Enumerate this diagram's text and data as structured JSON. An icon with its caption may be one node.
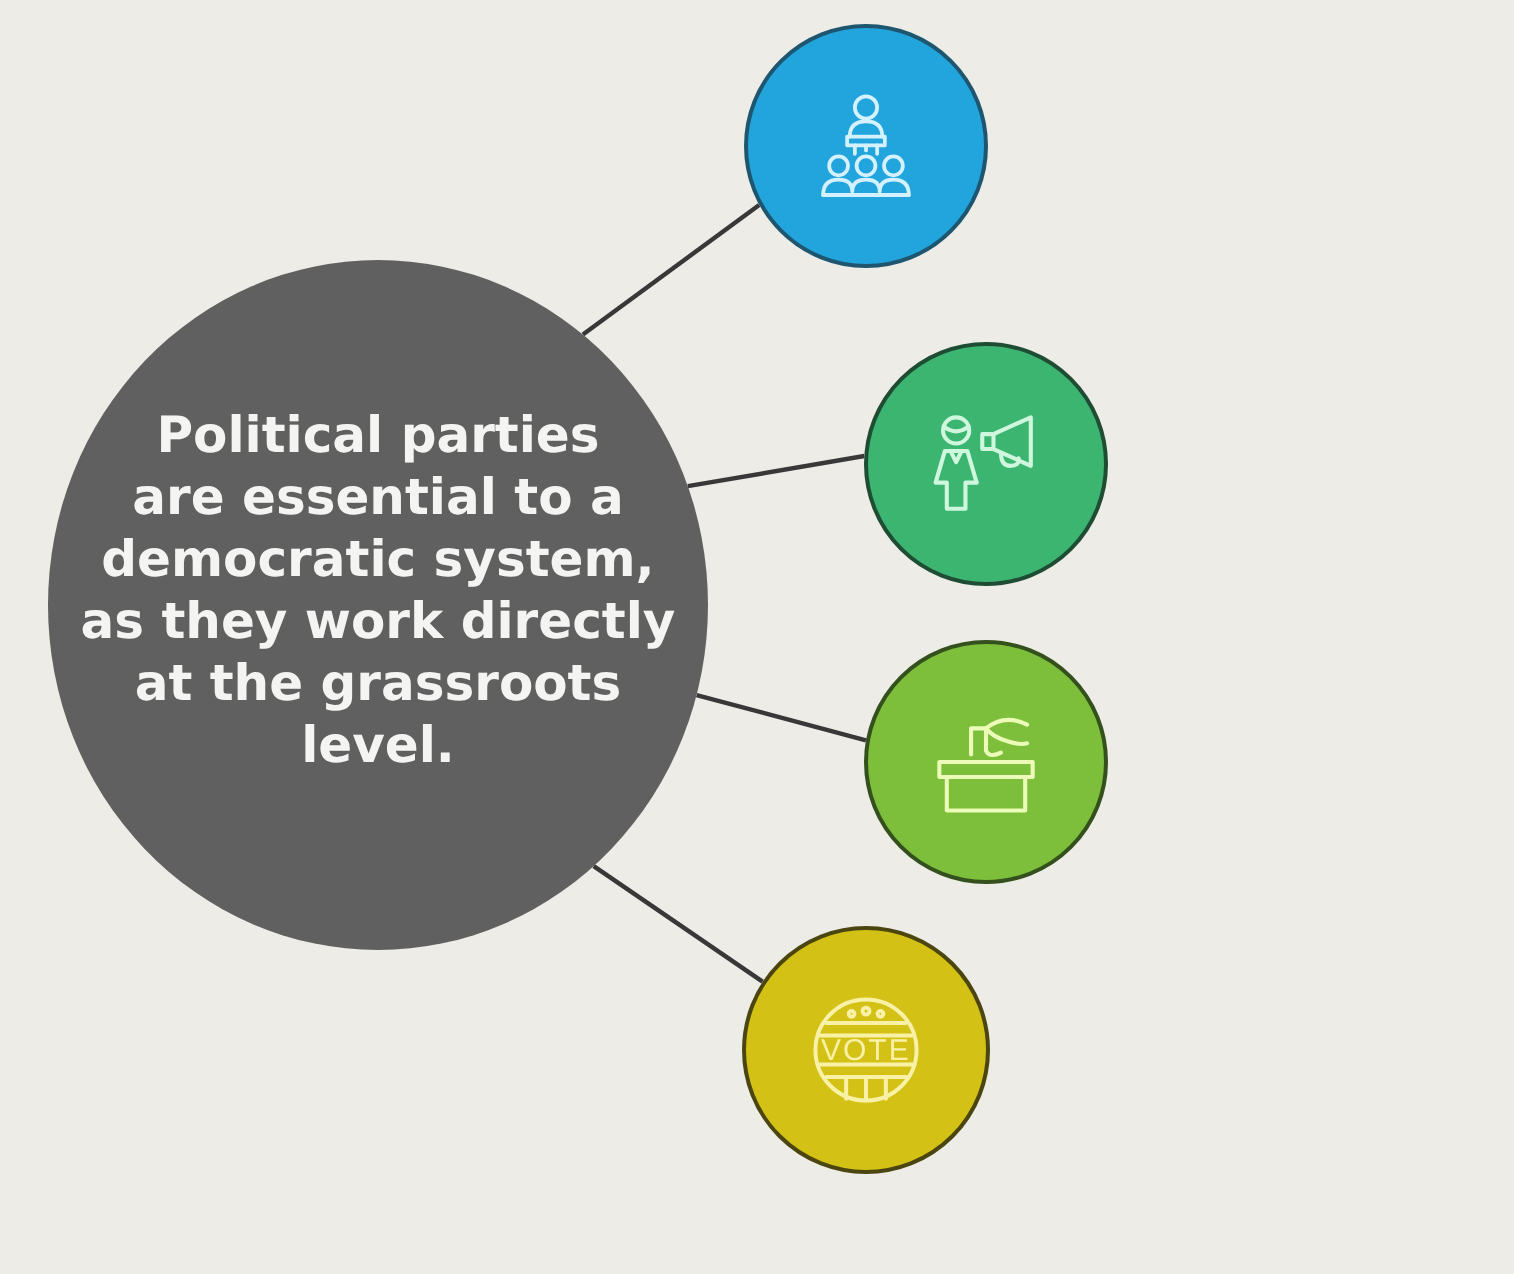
{
  "diagram": {
    "nodes": [
      {
        "text": [
          "Political parties are essential to a democratic system, as they work directly at the grassroots level."
        ]
      },
      {
        "text": [],
        "shape": "circle"
      },
      {
        "text": [],
        "shape": "circle"
      },
      {
        "text": [],
        "shape": "circle"
      },
      {
        "text": [
          "VOTE"
        ]
      }
    ],
    "edges": [
      {
        "from": 0,
        "to": 1,
        "arrow": "none"
      },
      {
        "from": 0,
        "to": 2,
        "arrow": "none"
      },
      {
        "from": 0,
        "to": 3,
        "arrow": "none"
      },
      {
        "from": 0,
        "to": 4,
        "arrow": "none"
      }
    ]
  }
}
